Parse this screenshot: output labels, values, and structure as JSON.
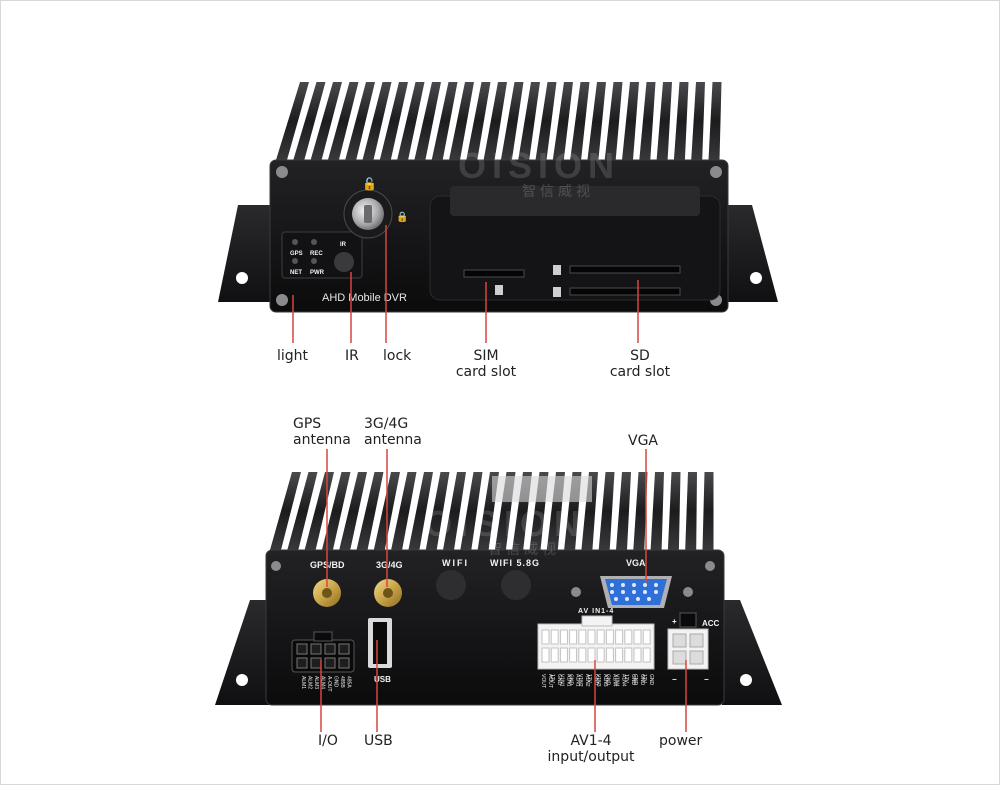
{
  "brand": {
    "logo_text": "OISION",
    "logo_sub": "智信威视"
  },
  "front": {
    "model_text": "AHD Mobile DVR",
    "led_labels": [
      "GPS",
      "REC",
      "NET",
      "PWR"
    ],
    "ir_label": "IR",
    "callouts": {
      "light": "light",
      "ir": "IR",
      "lock": "lock",
      "sim_line1": "SIM",
      "sim_line2": "card slot",
      "sd_line1": "SD",
      "sd_line2": "card slot"
    }
  },
  "back": {
    "port_labels": {
      "gps": "GPS/BD",
      "cell": "3G/4G",
      "wifi": "WIFI",
      "wifi58": "WIFI 5.8G",
      "vga": "VGA",
      "av": "AV IN1-4",
      "acc": "ACC",
      "usb": "USB",
      "plus": "+",
      "minus1": "−",
      "minus2": "−"
    },
    "io_pins": [
      "ALM1",
      "ALM2",
      "ALM3",
      "ALM4",
      "A-OUT",
      "GND",
      "485B",
      "485A"
    ],
    "av_pins_top": [
      "VOUT",
      "12V",
      "V1N1",
      "GND",
      "V1N2",
      "12V",
      "V1N3",
      "GND",
      "V1N4",
      "12V",
      "GND",
      "12V"
    ],
    "av_pins_bottom": [
      "AOUT",
      "GND",
      "A1N1",
      "A1N1",
      "A1N2",
      "GND",
      "A1N3",
      "A1N4",
      "A1N4",
      "GND",
      "GND",
      "GND"
    ],
    "callouts": {
      "gps_line1": "GPS",
      "gps_line2": "antenna",
      "cell_line1": "3G/4G",
      "cell_line2": "antenna",
      "vga": "VGA",
      "io": "I/O",
      "usb": "USB",
      "av_line1": "AV1-4",
      "av_line2": "input/output",
      "power": "power"
    }
  },
  "colors": {
    "callout_line": "#d9453f",
    "body": "#1d1d1f",
    "fin": "#2b2b2e",
    "panel": "#0d0d0f",
    "vga": "#2f6fd8",
    "gold": "#c9a548"
  }
}
